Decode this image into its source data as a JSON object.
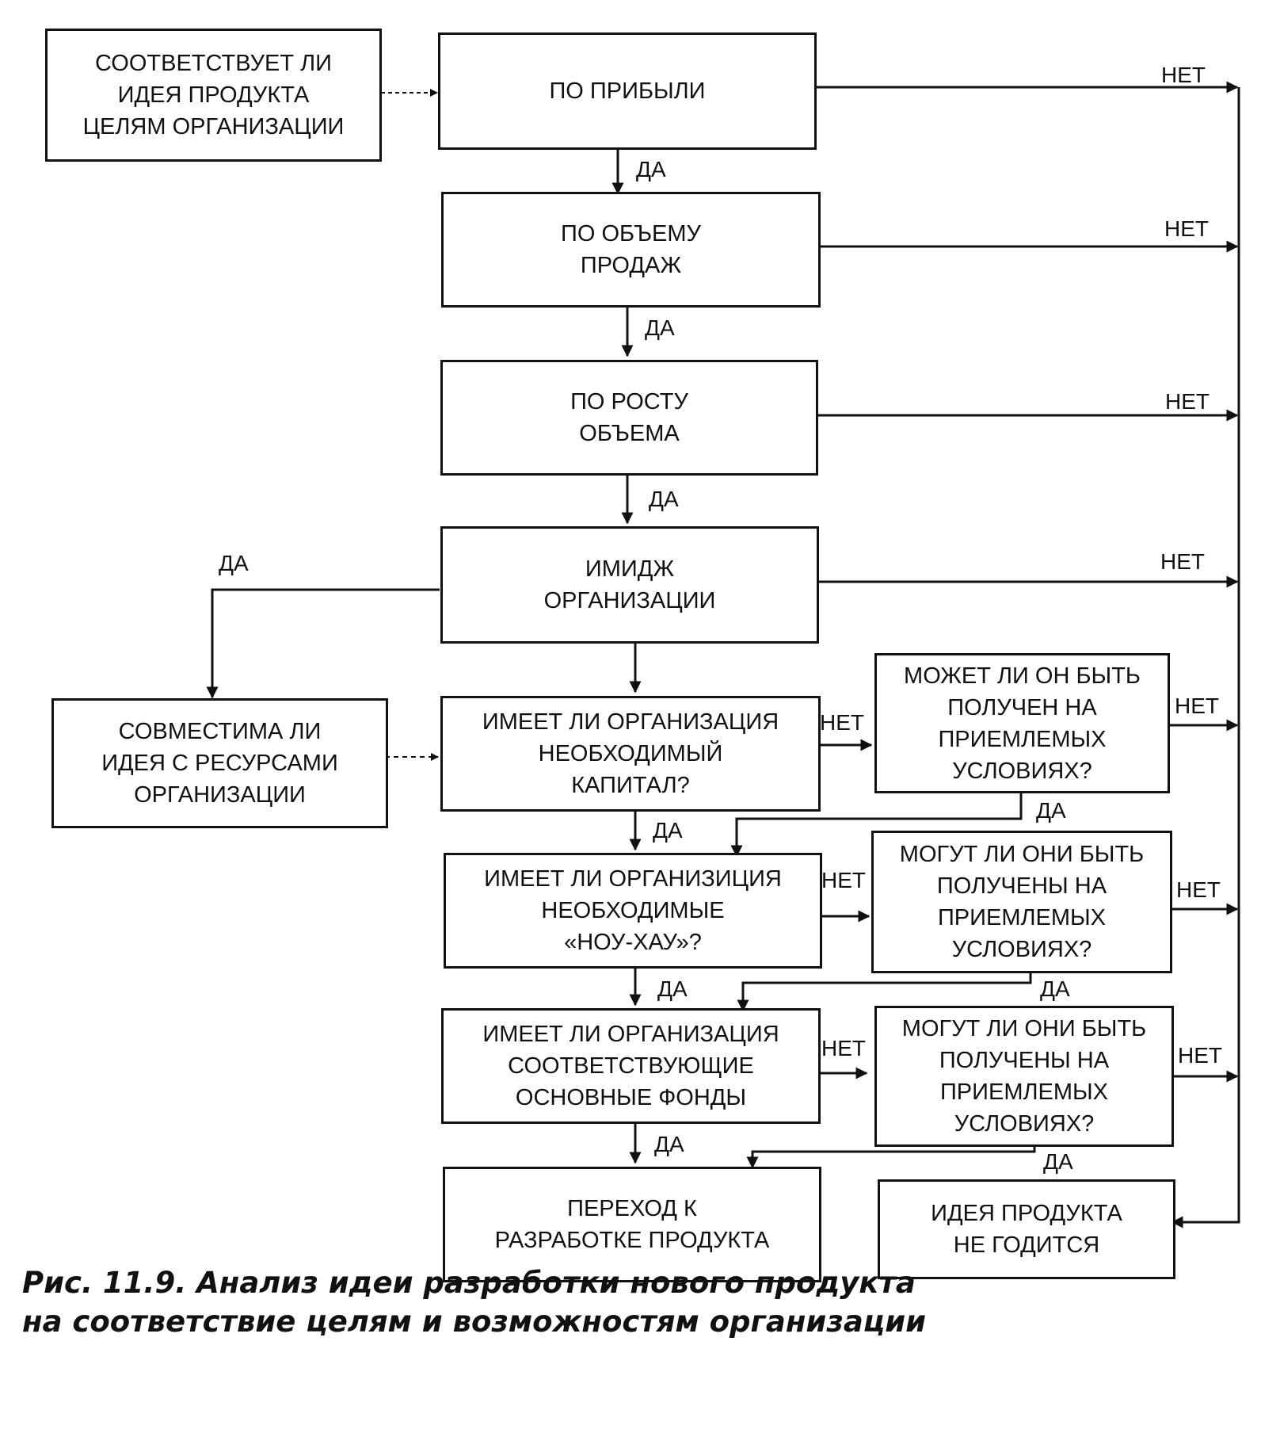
{
  "boxes": {
    "start": "СООТВЕТСТВУЕТ ЛИ\nИДЕЯ ПРОДУКТА\nЦЕЛЯМ ОРГАНИЗАЦИИ",
    "profit": "ПО ПРИБЫЛИ",
    "sales": "ПО ОБЪЕМУ\nПРОДАЖ",
    "growth": "ПО РОСТУ\nОБЪЕМА",
    "image": "ИМИДЖ\nОРГАНИЗАЦИИ",
    "resources": "СОВМЕСТИМА ЛИ\nИДЕЯ С РЕСУРСАМИ\nОРГАНИЗАЦИИ",
    "capital": "ИМЕЕТ ЛИ ОРГАНИЗАЦИЯ\nНЕОБХОДИМЫЙ\nКАПИТАЛ?",
    "capital_terms": "МОЖЕТ ЛИ ОН БЫТЬ\nПОЛУЧЕН НА\nПРИЕМЛЕМЫХ\nУСЛОВИЯХ?",
    "knowhow": "ИМЕЕТ ЛИ ОРГАНИЗИЦИЯ\nНЕОБХОДИМЫЕ\n«НОУ-ХАУ»?",
    "knowhow_terms": "МОГУТ ЛИ ОНИ БЫТЬ\nПОЛУЧЕНЫ НА\nПРИЕМЛЕМЫХ\nУСЛОВИЯХ?",
    "assets": "ИМЕЕТ ЛИ ОРГАНИЗАЦИЯ\nСООТВЕТСТВУЮЩИЕ\nОСНОВНЫЕ ФОНДЫ",
    "assets_terms": "МОГУТ ЛИ ОНИ БЫТЬ\nПОЛУЧЕНЫ НА\nПРИЕМЛЕМЫХ\nУСЛОВИЯХ?",
    "develop": "ПЕРЕХОД К\nРАЗРАБОТКЕ ПРОДУКТА",
    "reject": "ИДЕЯ ПРОДУКТА\nНЕ ГОДИТСЯ"
  },
  "labels": {
    "yes": "ДА",
    "no": "НЕТ"
  },
  "caption": "Рис. 11.9. Анализ идеи разработки нового продукта\nна соответствие целям и возможностям организации"
}
